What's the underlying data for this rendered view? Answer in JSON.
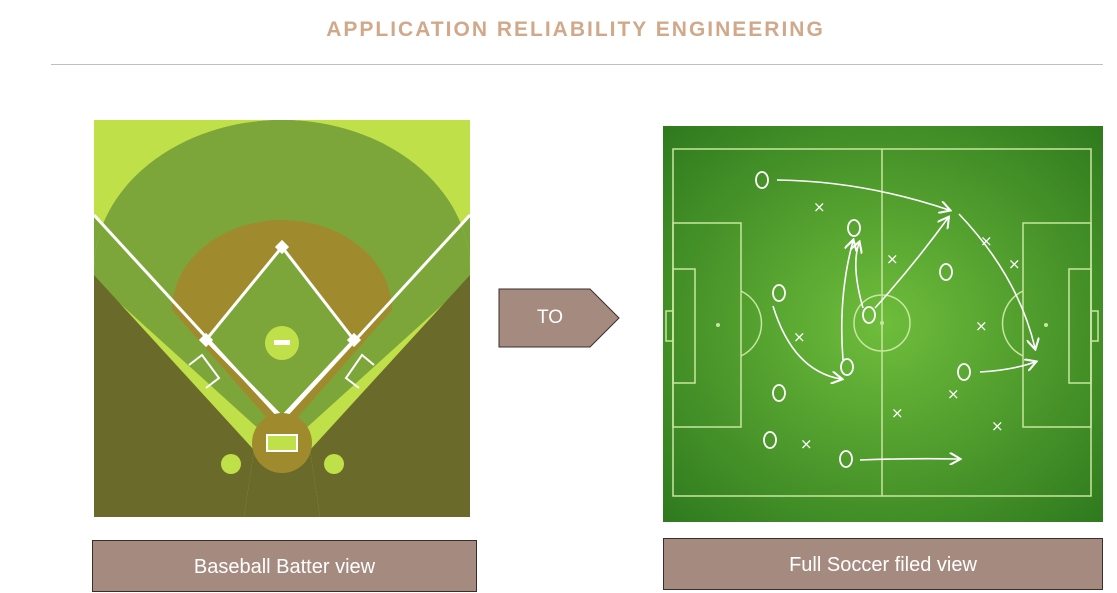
{
  "header": {
    "title": "APPLICATION RELIABILITY ENGINEERING"
  },
  "transition": {
    "label": "TO"
  },
  "captions": {
    "baseball": "Baseball Batter view",
    "soccer": "Full Soccer filed view"
  },
  "colors": {
    "title": "#d1a98a",
    "caption_bg": "#a58a80",
    "baseball_foul": "#c0e04a",
    "baseball_outfield": "#7da63a",
    "baseball_infield_dirt": "#a08a2e",
    "soccer_grass": "#4f9a2e"
  },
  "icons": [
    "baseball-field-image",
    "soccer-tactics-image",
    "chevron-arrow-shape"
  ]
}
